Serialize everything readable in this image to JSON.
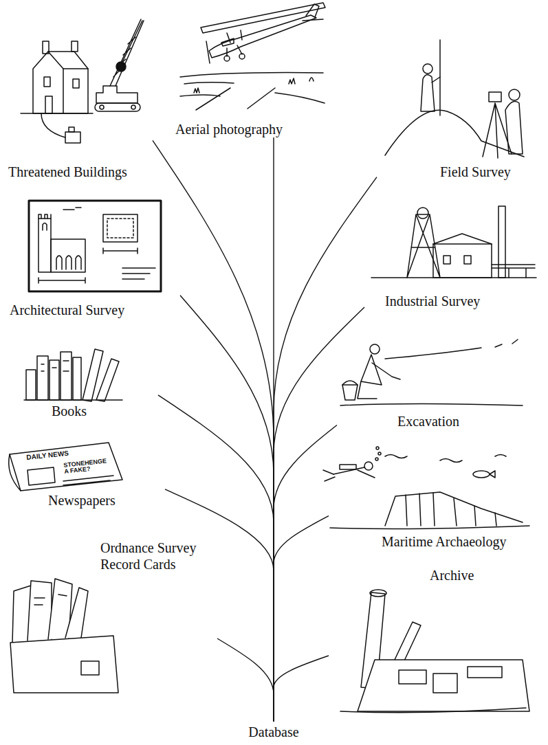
{
  "diagram": {
    "nodes": [
      {
        "text": [
          "Aerial photography"
        ]
      },
      {
        "text": [
          "Threatened Buildings"
        ]
      },
      {
        "text": [
          "Field Survey"
        ]
      },
      {
        "text": [
          "Industrial Survey"
        ]
      },
      {
        "text": [
          "Architectural Survey"
        ]
      },
      {
        "text": [
          "Books"
        ]
      },
      {
        "text": [
          "Excavation"
        ]
      },
      {
        "text": [
          "Newspapers"
        ]
      },
      {
        "text": [
          "Maritime Archaeology"
        ]
      },
      {
        "text": [
          "Ordnance Survey Record Cards"
        ]
      },
      {
        "text": [
          "Archive"
        ]
      },
      {
        "text": [
          "Database"
        ]
      }
    ],
    "edges": [
      {
        "from": 0,
        "to": 11,
        "arrow": "none"
      },
      {
        "from": 1,
        "to": 11,
        "arrow": "none"
      },
      {
        "from": 2,
        "to": 11,
        "arrow": "none"
      },
      {
        "from": 3,
        "to": 11,
        "arrow": "none"
      },
      {
        "from": 4,
        "to": 11,
        "arrow": "none"
      },
      {
        "from": 5,
        "to": 11,
        "arrow": "none"
      },
      {
        "from": 6,
        "to": 11,
        "arrow": "none"
      },
      {
        "from": 7,
        "to": 11,
        "arrow": "none"
      },
      {
        "from": 8,
        "to": 11,
        "arrow": "none"
      },
      {
        "from": 9,
        "to": 11,
        "arrow": "none"
      },
      {
        "from": 10,
        "to": 11,
        "arrow": "none"
      }
    ],
    "labels": [
      "DAILY NEWS",
      "STONEHENGE A FAKE?"
    ]
  }
}
